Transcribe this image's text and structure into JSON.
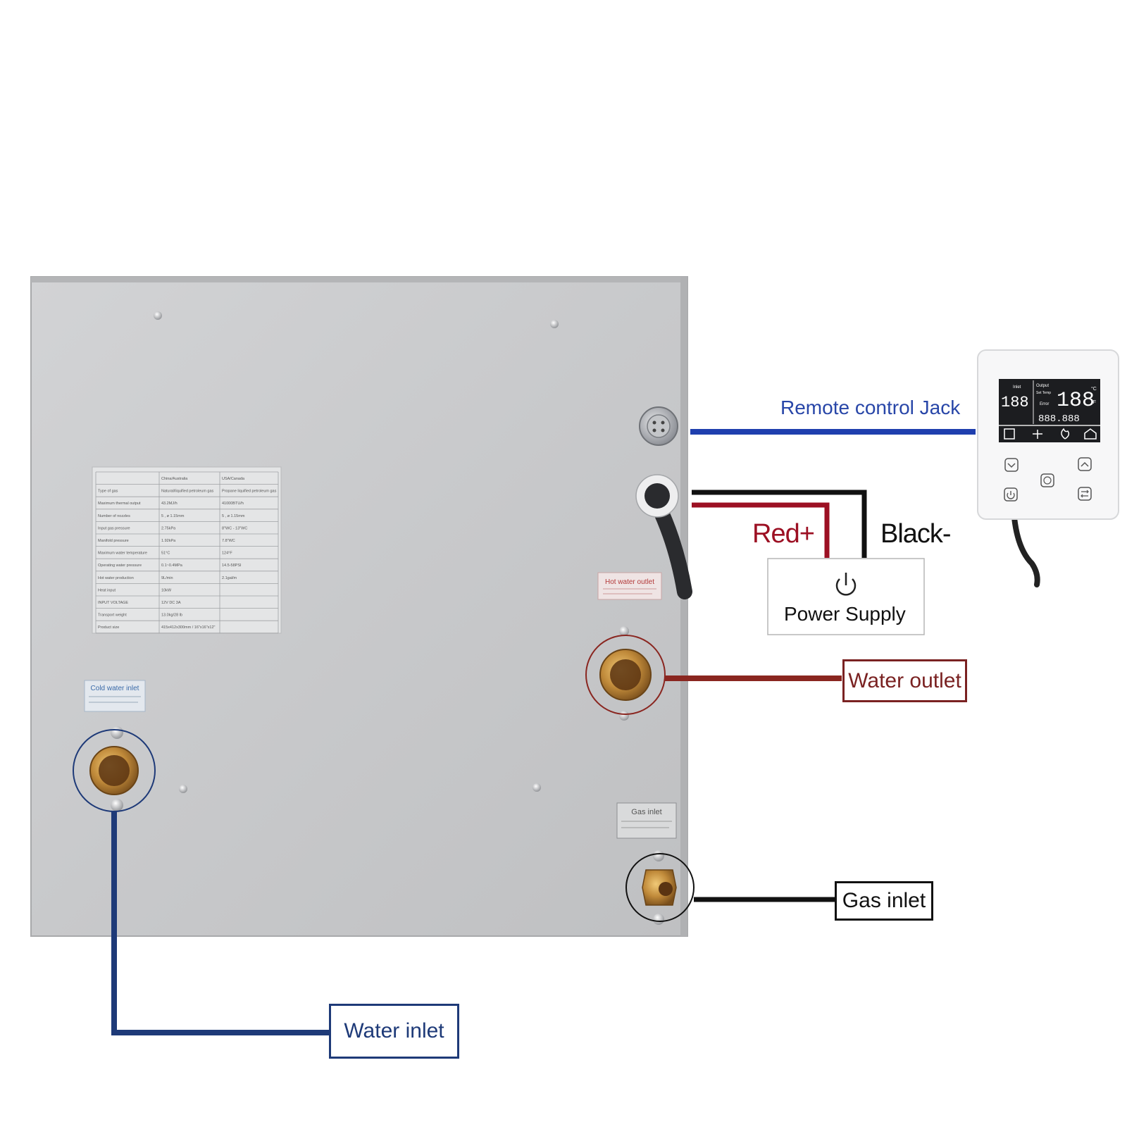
{
  "labels": {
    "remote_control_jack": "Remote control Jack",
    "red_plus": "Red+",
    "black_minus": "Black-",
    "power_supply": "Power Supply",
    "water_outlet": "Water outlet",
    "gas_inlet": "Gas inlet",
    "water_inlet": "Water inlet"
  },
  "panel_stickers": {
    "hot_water_outlet": "Hot water outlet",
    "cold_water_inlet": "Cold water inlet",
    "gas_inlet": "Gas inlet"
  },
  "spec_table": {
    "headers": [
      "",
      "China/Australia",
      "USA/Canada"
    ],
    "rows": [
      [
        "Type of gas",
        "Natural/liquified petroleum gas",
        "Propane liquified petroleum gas"
      ],
      [
        "Maximum thermal output",
        "43.2MJ/h",
        "41000BTU/h"
      ],
      [
        "Number of nozzles",
        "5 , ø 1.15mm",
        "5 , ø 1.15mm"
      ],
      [
        "Input gas pressure",
        "2.75kPa",
        "8\"WC - 13\"WC"
      ],
      [
        "Manifold pressure",
        "1.92kPa",
        "7.8\"WC"
      ],
      [
        "Maximum water temperature",
        "51°C",
        "124°F"
      ],
      [
        "Operating water pressure",
        "0.1~0.4MPa",
        "14.5-58PSI"
      ],
      [
        "Hot water production",
        "9L/min",
        "2.1gal/m"
      ],
      [
        "Heat input",
        "10kW",
        ""
      ],
      [
        "INPUT VOLTAGE",
        "12V DC 3A",
        ""
      ],
      [
        "Transport weight",
        "13.0kg/28 lb",
        ""
      ],
      [
        "Product size",
        "415x412x300mm / 16\"x16\"x12\"",
        ""
      ]
    ]
  },
  "remote_display": {
    "inlet_label": "Inlet",
    "output_label": "Output",
    "set_temp_label": "Set Temp",
    "error_label": "Error",
    "left_digits": "188",
    "right_digits": "188",
    "bottom_digits": "888.888",
    "unit_c": "°C",
    "unit_f": "°F"
  },
  "icons": {
    "power": "power-icon",
    "remote_buttons": [
      "down-button-icon",
      "up-button-icon",
      "power-button-icon",
      "fan-button-icon",
      "swap-button-icon"
    ]
  },
  "colors": {
    "blue_wire": "#1f3fae",
    "navy_wire": "#1e3a78",
    "red_wire": "#9c1023",
    "black_wire": "#111111",
    "outlet_wire": "#8a2620",
    "blue_text": "#2846a8",
    "red_text": "#9c1023",
    "outlet_text": "#7a2222",
    "panel": "#c9cacc"
  }
}
